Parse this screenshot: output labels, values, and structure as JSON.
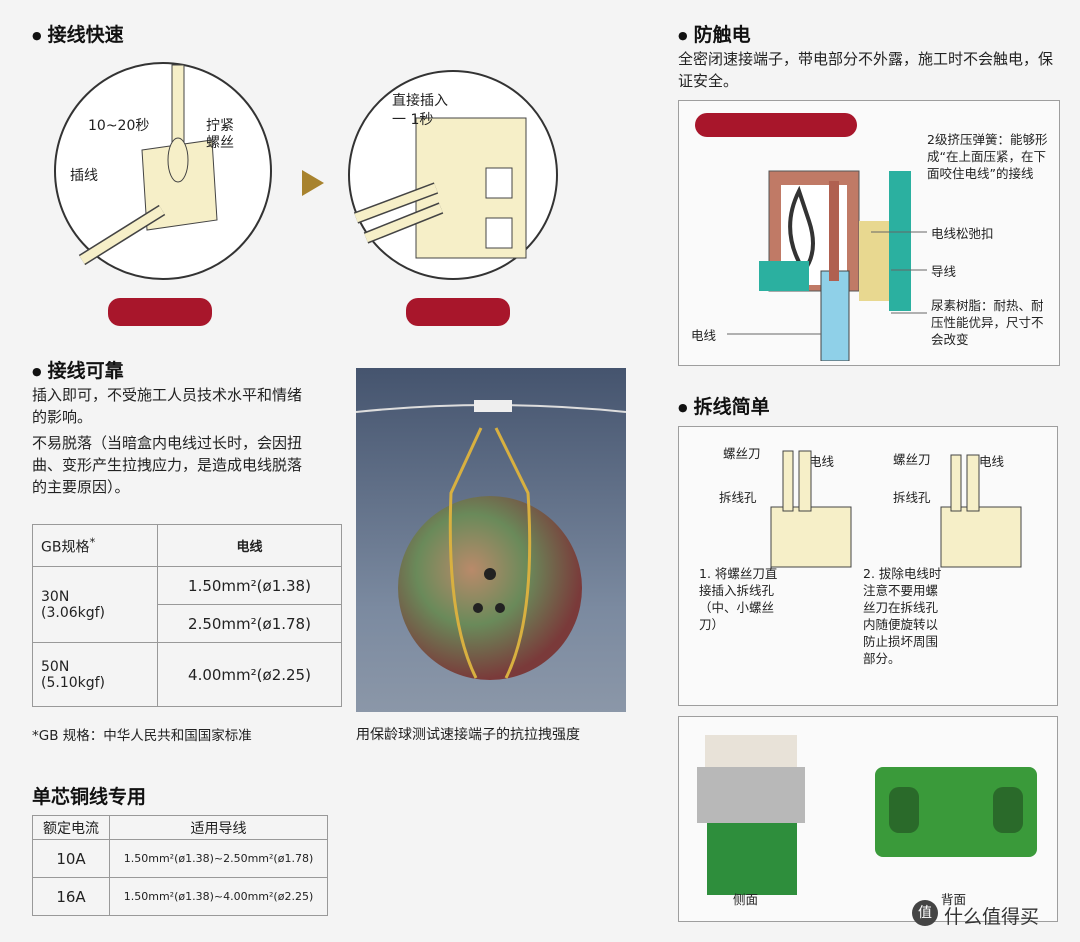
{
  "sec_fast": {
    "title": "接线快速",
    "lbl_time": "10~20秒",
    "lbl_tighten": "拧紧\n螺丝",
    "lbl_insert": "插线",
    "lbl_direct": "直接插入\n一 1秒"
  },
  "sec_reliable": {
    "title": "接线可靠",
    "p1": "插入即可，不受施工人员技术水平和情绪的影响。",
    "p2": "不易脱落（当暗盒内电线过长时，会因扭曲、变形产生拉拽应力，是造成电线脱落的主要原因）。"
  },
  "gb_table": {
    "h1": "GB规格",
    "h1_sup": "*",
    "h2": "电线",
    "r1_force": "30N",
    "r1_kgf": "(3.06kgf)",
    "r1_w1": "1.50mm²(ø1.38)",
    "r1_w2": "2.50mm²(ø1.78)",
    "r2_force": "50N",
    "r2_kgf": "(5.10kgf)",
    "r2_w1": "4.00mm²(ø2.25)",
    "footnote": "*GB 规格：中华人民共和国国家标准"
  },
  "bowling_caption": "用保龄球测试速接端子的抗拉拽强度",
  "sec_copper": {
    "title": "单芯铜线专用",
    "h1": "额定电流",
    "h2": "适用导线",
    "r1_a": "10A",
    "r1_w": "1.50mm²(ø1.38)~2.50mm²(ø1.78)",
    "r2_a": "16A",
    "r2_w": "1.50mm²(ø1.38)~4.00mm²(ø2.25)"
  },
  "sec_shock": {
    "title": "防触电",
    "desc": "全密闭速接端子，带电部分不外露，施工时不会触电，保证安全。",
    "n1": "2级挤压弹簧：能够形成“在上面压紧，在下面咬住电线”的接线",
    "n2": "电线松弛扣",
    "n3": "导线",
    "n4": "尿素树脂：耐热、耐压性能优异，尺寸不会改变",
    "n5": "电线"
  },
  "sec_remove": {
    "title": "拆线简单",
    "screwdriver": "螺丝刀",
    "wire": "电线",
    "hole": "拆线孔",
    "step1": "1. 将螺丝刀直接插入拆线孔（中、小螺丝刀）",
    "step2": "2. 拔除电线时注意不要用螺丝刀在拆线孔内随便旋转以防止损坏周围部分。"
  },
  "views": {
    "side": "侧面",
    "back": "背面"
  },
  "watermark": "什么值得买"
}
